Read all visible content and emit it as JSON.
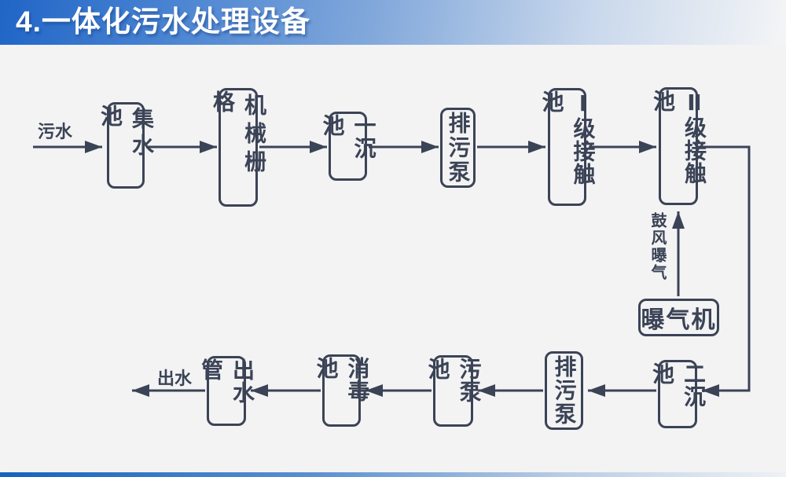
{
  "header": {
    "title": "4.一体化污水处理设备"
  },
  "diagram": {
    "labels": {
      "inflow": "污水",
      "outflow": "出水",
      "aeration": "鼓风曝气"
    },
    "nodes": {
      "collection_tank": "集水池",
      "mechanical_screen": "机械栅格",
      "primary_sedimentation_tank": "一沉池",
      "sewage_pump_upper": "排污泵",
      "stage1_contact_tank": "Ⅰ级接触池",
      "stage2_contact_tank": "Ⅱ级接触池",
      "aerator": "曝气机",
      "secondary_sedimentation_tank": "二沉池",
      "sewage_pump_lower": "排污泵",
      "sludge_pump_tank": "污泵池",
      "disinfection_tank": "消毒池",
      "outlet_pipe": "出水管"
    },
    "colors": {
      "line_color": "#3b4356",
      "header_blue": "#2065c6",
      "footer_blue": "#1463be",
      "background": "#f3f3f4"
    },
    "flow_order_top": [
      "污水",
      "集水池",
      "机械栅格",
      "一沉池",
      "排污泵",
      "Ⅰ级接触池",
      "Ⅱ级接触池"
    ],
    "flow_order_bottom": [
      "二沉池",
      "排污泵",
      "污泵池",
      "消毒池",
      "出水管",
      "出水"
    ],
    "aeration_path": [
      "曝气机",
      "Ⅱ级接触池"
    ]
  }
}
